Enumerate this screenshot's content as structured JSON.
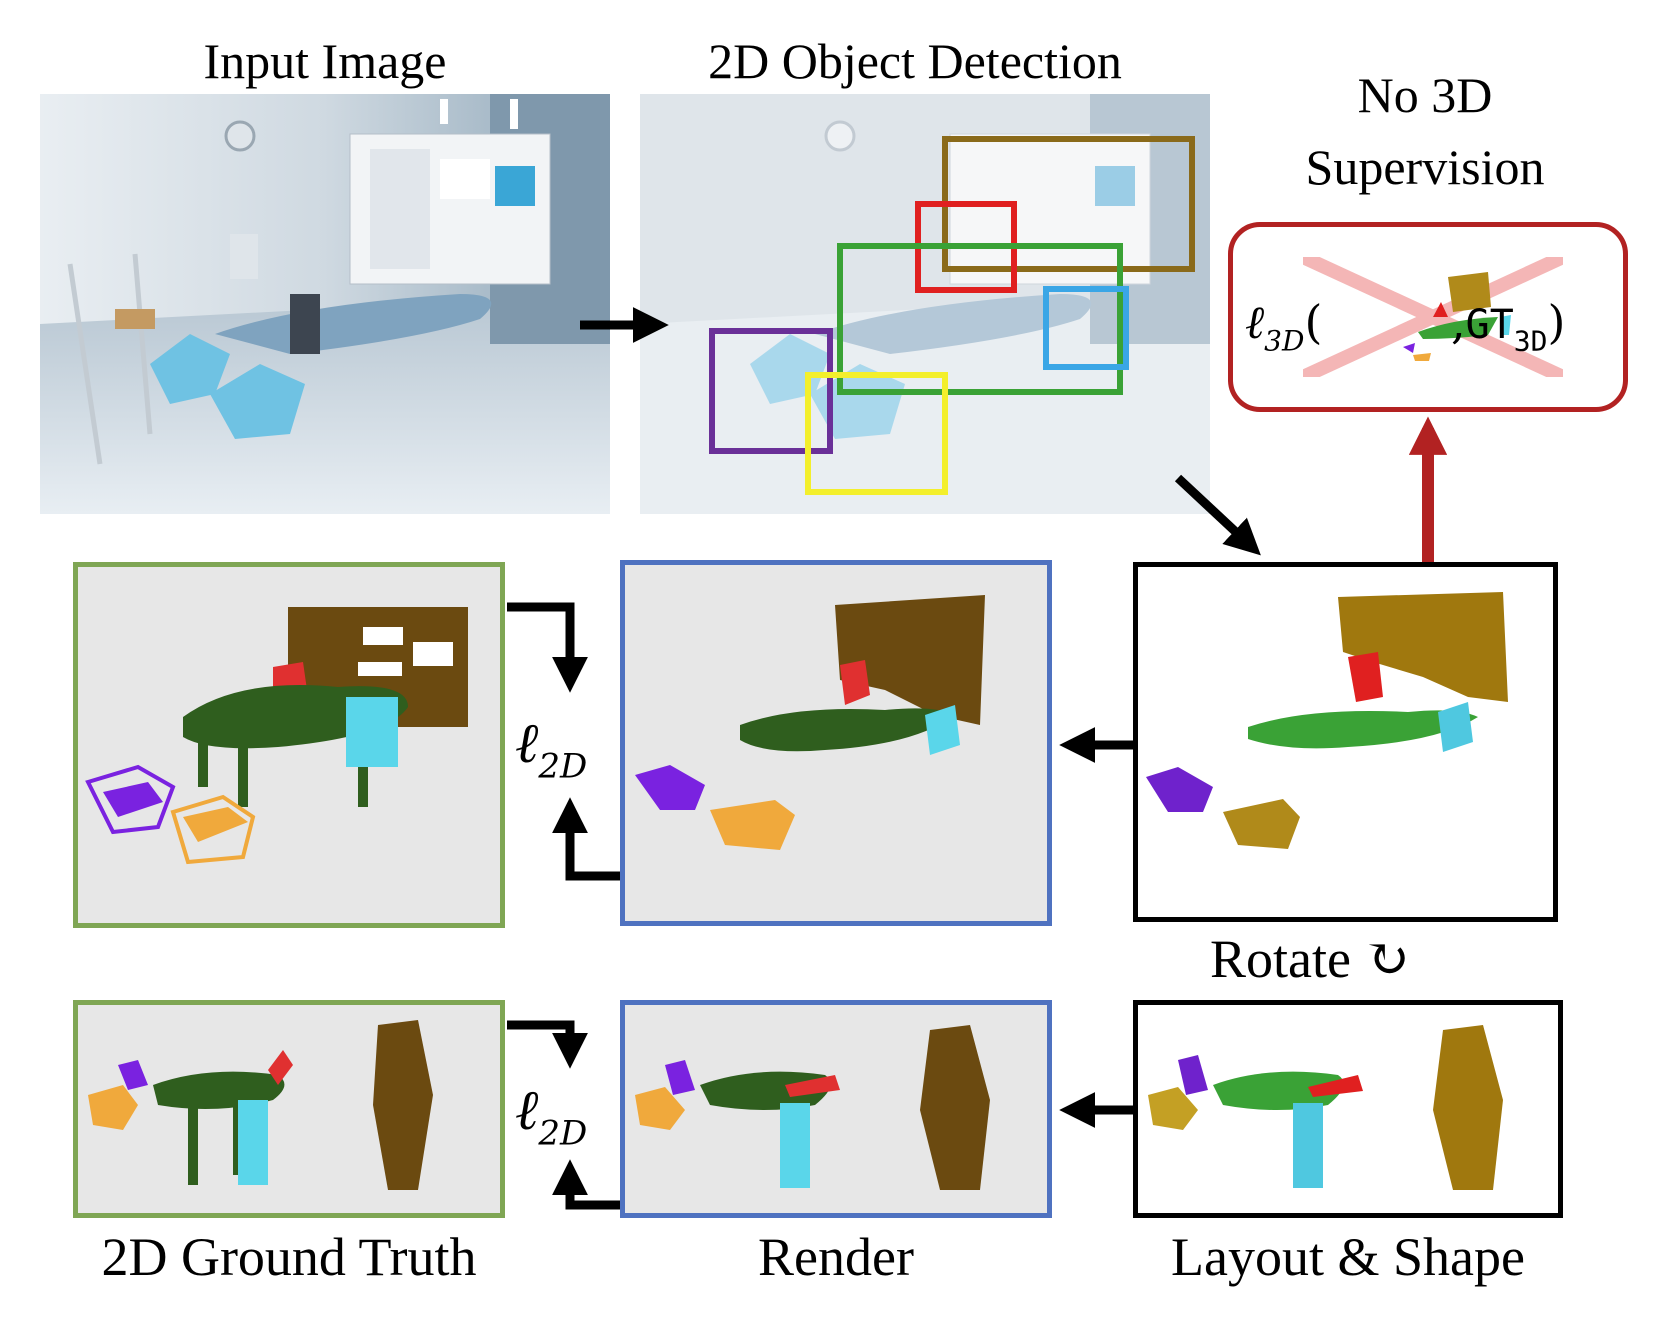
{
  "titles": {
    "input_image": "Input Image",
    "detection": "2D Object Detection",
    "no_supervision_line1": "No 3D",
    "no_supervision_line2": "Supervision"
  },
  "labels": {
    "rotate": "Rotate",
    "rotate_icon": "↻",
    "ground_truth": "2D Ground Truth",
    "render": "Render",
    "layout_shape": "Layout & Shape"
  },
  "losses": {
    "l2d_base": "ℓ",
    "l2d_sub": "2D",
    "l3d_base": "ℓ",
    "l3d_sub": "3D",
    "gt_text": "GT",
    "gt_sub": "3D"
  },
  "colors": {
    "bookshelf": "#6b4a10",
    "office_chair": "#e03030",
    "desk": "#2f5e1e",
    "cabinet": "#5ad6ea",
    "chair_left": "#7a22e0",
    "chair_front": "#f0a93c",
    "box_brown": "#8a6a1a",
    "box_red": "#e02020",
    "box_green": "#3aa236",
    "box_blue": "#3aa6e6",
    "box_purple": "#6a3098",
    "box_yellow": "#f3ef2c",
    "frame_green": "#7fa654",
    "frame_blue": "#4f72c0",
    "supervision_red": "#b22222",
    "cross_pink": "#f4b6b6"
  }
}
